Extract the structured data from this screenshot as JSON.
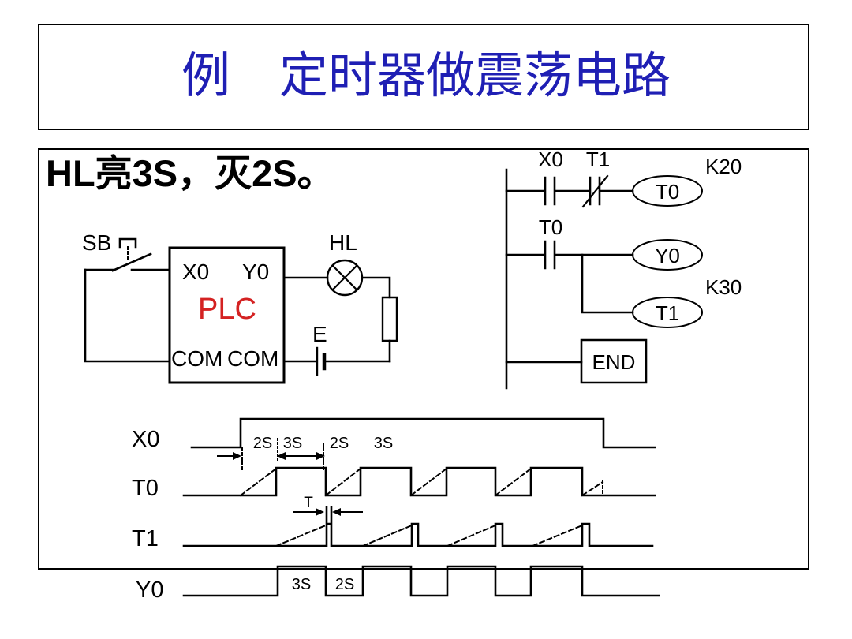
{
  "colors": {
    "title_blue": "#1f1fb4",
    "plc_red": "#d42222",
    "line_black": "#000000"
  },
  "title": {
    "text": "例　定时器做震荡电路"
  },
  "subtitle": {
    "text": "HL亮3S，灭2S。"
  },
  "circuit": {
    "switch_label": "SB",
    "plc_box": {
      "input_terminal": "X0",
      "output_terminal": "Y0",
      "name": "PLC",
      "com_left": "COM",
      "com_right": "COM"
    },
    "lamp_label": "HL",
    "battery_label": "E"
  },
  "ladder": {
    "rung1": {
      "contact_no": "X0",
      "contact_nc": "T1",
      "coil": "T0",
      "preset": "K20"
    },
    "rung2": {
      "contact_no": "T0",
      "coil_out": "Y0",
      "coil_timer": "T1",
      "preset": "K30"
    },
    "end_block": "END"
  },
  "timing": {
    "row_labels": {
      "x0": "X0",
      "t0": "T0",
      "t1": "T1",
      "y0": "Y0"
    },
    "interval_labels": {
      "seg1": "2S",
      "seg2": "3S",
      "seg3": "2S",
      "seg4": "3S"
    },
    "scan_gap_label": "T",
    "y0_on_label": "3S",
    "y0_off_label": "2S",
    "behavior": {
      "x0": "high from button press until release",
      "t0": "2S delay ramp then ON 3S, repeating while X0 high",
      "t1": "3S delay ramp then short pulse (width T) resetting T0",
      "y0": "ON 3S, OFF 2S oscillation following T0"
    }
  }
}
